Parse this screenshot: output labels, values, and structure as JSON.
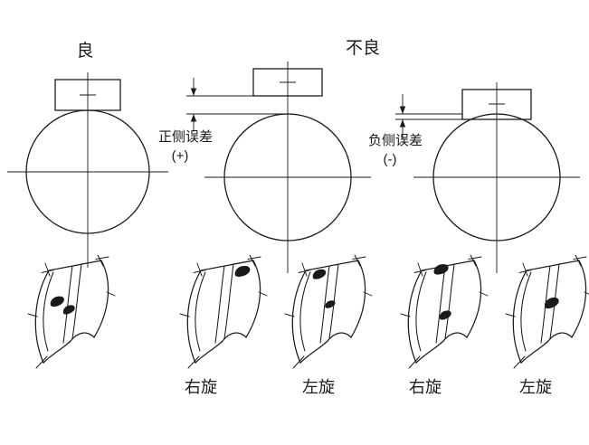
{
  "colors": {
    "background": "#ffffff",
    "ink": "#1a1a1a"
  },
  "diagram": {
    "title_good": "良",
    "title_bad": "不良",
    "positive_error": {
      "label": "正侧误差",
      "sign": "(+)"
    },
    "negative_error": {
      "label": "负侧误差",
      "sign": "(-)"
    },
    "tooth_labels": [
      "右旋",
      "左旋",
      "右旋",
      "左旋"
    ]
  }
}
